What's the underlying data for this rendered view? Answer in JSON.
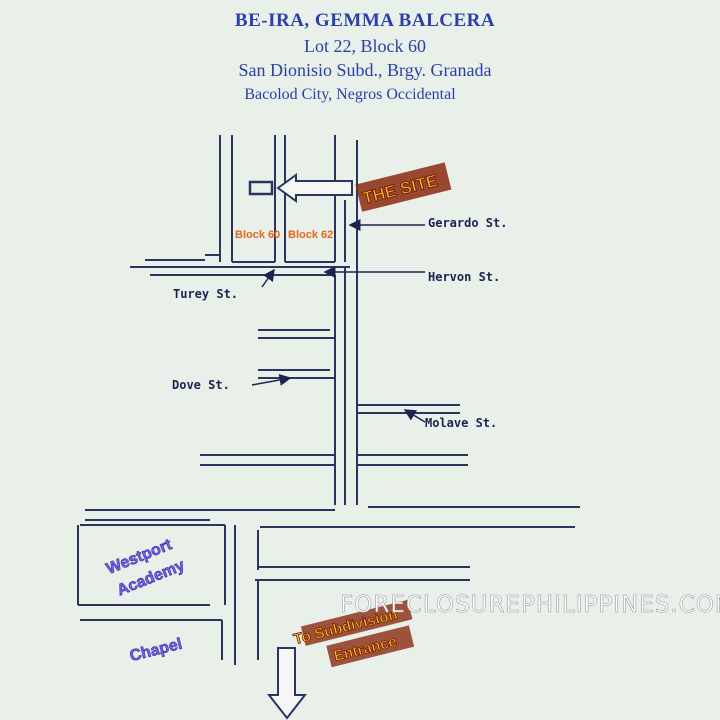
{
  "header": {
    "name": "BE-IRA, GEMMA BALCERA",
    "lot": "Lot 22, Block 60",
    "subdivision": "San Dionisio Subd., Brgy. Granada",
    "city": "Bacolod City, Negros Occidental"
  },
  "map": {
    "site_label": "THE SITE",
    "blocks": [
      "Block 60",
      "Block 62"
    ],
    "streets": {
      "gerardo": "Gerardo St.",
      "hervon": "Hervon St.",
      "turey": "Turey St.",
      "dove": "Dove St.",
      "molave": "Molave St."
    },
    "westport_line1": "Westport",
    "westport_line2": "Academy",
    "chapel": "Chapel",
    "entrance_line1": "To Subdivision",
    "entrance_line2": "Entrance"
  },
  "watermark": "FORECLOSUREPHILIPPINES.COM",
  "colors": {
    "background": "#e9efe9",
    "header_text": "#2a3fa8",
    "road_lines": "#2b3560",
    "site_label": "#f2c11d",
    "block_label": "#e06a1c",
    "landmark_label": "#7a5fe8"
  }
}
